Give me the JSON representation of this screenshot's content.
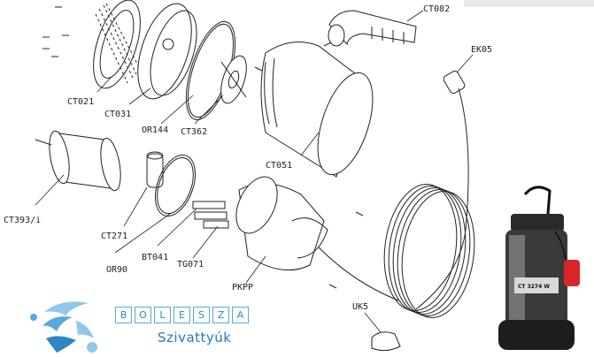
{
  "diagram": {
    "parts": {
      "ct021": "CT021",
      "ct031": "CT031",
      "or144": "OR144",
      "ct362": "CT362",
      "ct082": "CT082",
      "ek05": "EK05",
      "ct051": "CT051",
      "ct393": "CT393/i",
      "ct271": "CT271",
      "or90": "OR90",
      "bt041": "BT041",
      "tg071": "TG071",
      "pkpp": "PKPP",
      "uk5": "UK5"
    },
    "pump_label": "CT 3274 W"
  },
  "brand": {
    "letters": [
      "B",
      "O",
      "L",
      "E",
      "S",
      "Z",
      "A"
    ],
    "subtitle": "Szivattyúk",
    "colors": {
      "primary": "#1e7bbd",
      "light": "#8fc8ec"
    }
  }
}
